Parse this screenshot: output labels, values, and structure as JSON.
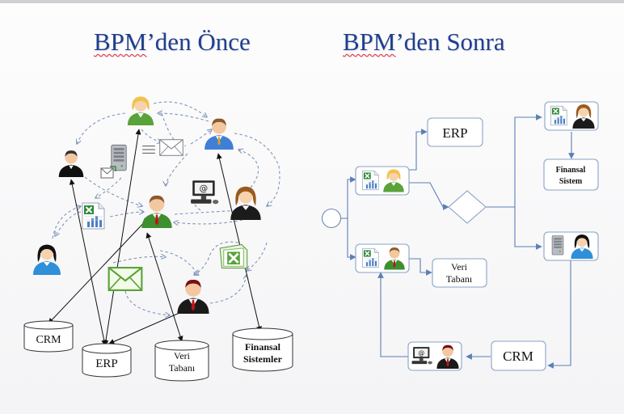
{
  "left_panel": {
    "title_main": "BPM",
    "title_rest": "’den Önce",
    "systems": [
      {
        "id": "crm",
        "label": "CRM"
      },
      {
        "id": "erp",
        "label": "ERP"
      },
      {
        "id": "veri",
        "line1": "Veri",
        "line2": "Tabanı"
      },
      {
        "id": "finansal",
        "line1": "Finansal",
        "line2": "Sistemler"
      }
    ],
    "icons": [
      "person-icon",
      "envelope-icon",
      "server-icon",
      "spreadsheet-icon",
      "computer-icon",
      "excel-file-icon"
    ]
  },
  "right_panel": {
    "title_main": "BPM",
    "title_rest": "’den Sonra",
    "boxes": {
      "erp": "ERP",
      "veri_line1": "Veri",
      "veri_line2": "Tabanı",
      "finansal_line1": "Finansal",
      "finansal_line2": "Sistem",
      "crm": "CRM"
    },
    "shapes": [
      "start-circle",
      "decision-diamond"
    ]
  },
  "colors": {
    "title": "#1f3f8f",
    "arrow_left_dashed": "#7f95b8",
    "arrow_right": "#5c7fb5",
    "box_border": "#8aa2c6",
    "box_fill": "#ffffff"
  }
}
